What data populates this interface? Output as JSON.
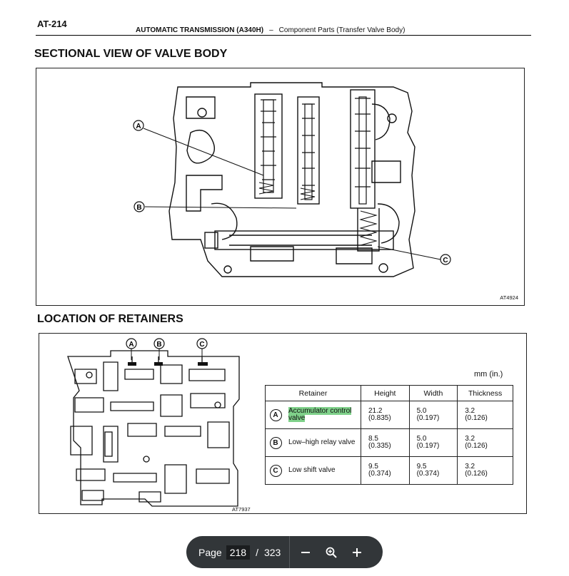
{
  "header": {
    "page_id": "AT-214",
    "title_bold": "AUTOMATIC TRANSMISSION (A340H)",
    "separator": "–",
    "subtitle": "Component Parts (Transfer Valve Body)"
  },
  "section1": {
    "title": "SECTIONAL VIEW OF VALVE BODY",
    "figure_code": "AT4924",
    "callouts": [
      "A",
      "B",
      "C"
    ]
  },
  "section2": {
    "title": "LOCATION OF RETAINERS",
    "figure_code": "AT7937",
    "callouts": [
      "A",
      "B",
      "C"
    ],
    "units": "mm (in.)",
    "table": {
      "headers": [
        "Retainer",
        "Height",
        "Width",
        "Thickness"
      ],
      "rows": [
        {
          "mark": "A",
          "name": "Accumulator control valve",
          "height": "21.2",
          "height_in": "(0.835)",
          "width": "5.0",
          "width_in": "(0.197)",
          "thickness": "3.2",
          "thickness_in": "(0.126)"
        },
        {
          "mark": "B",
          "name": "Low–high relay valve",
          "height": "8.5",
          "height_in": "(0.335)",
          "width": "5.0",
          "width_in": "(0.197)",
          "thickness": "3.2",
          "thickness_in": "(0.126)"
        },
        {
          "mark": "C",
          "name": "Low shift valve",
          "height": "9.5",
          "height_in": "(0.374)",
          "width": "9.5",
          "width_in": "(0.374)",
          "thickness": "3.2",
          "thickness_in": "(0.126)"
        }
      ]
    }
  },
  "toolbar": {
    "page_label": "Page",
    "current_page": "218",
    "separator": "/",
    "total_pages": "323",
    "zoom_out_icon": "minus-icon",
    "zoom_reset_icon": "magnifier-icon",
    "zoom_in_icon": "plus-icon"
  },
  "colors": {
    "highlight": "#7fd18a",
    "toolbar_bg": "#323639"
  }
}
